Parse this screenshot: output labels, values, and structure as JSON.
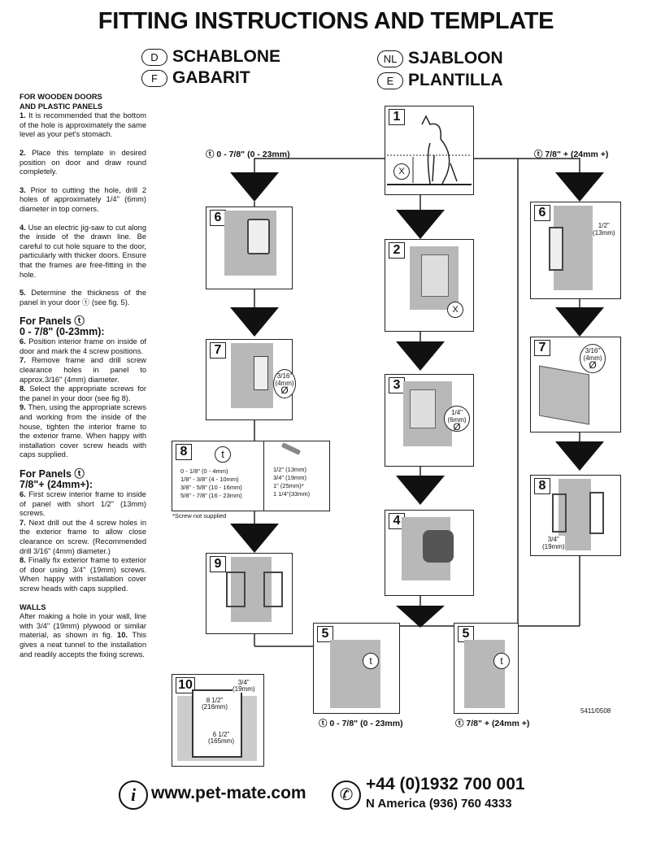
{
  "title": "FITTING INSTRUCTIONS AND TEMPLATE",
  "languages": [
    {
      "code": "D",
      "label": "SCHABLONE"
    },
    {
      "code": "F",
      "label": "GABARIT"
    },
    {
      "code": "NL",
      "label": "SJABLOON"
    },
    {
      "code": "E",
      "label": "PLANTILLA"
    }
  ],
  "wooden": {
    "heading1": "FOR WOODEN DOORS",
    "heading2": "AND PLASTIC PANELS",
    "s1_num": "1.",
    "s1": "It is recommended that the bottom of the hole is approximately the same level as your pet's stomach.",
    "s2_num": "2.",
    "s2": "Place this template in desired position on door and draw round completely.",
    "s3_num": "3.",
    "s3": "Prior to cutting the hole, drill 2 holes of approximately 1/4\" (6mm) diameter in top corners.",
    "s4_num": "4.",
    "s4": "Use an electric jig-saw to cut along the inside of the drawn line. Be careful to cut hole square to the door, particularly with thicker doors. Ensure that the frames are free-fitting in the hole.",
    "s5_num": "5.",
    "s5": "Determine the thickness of the panel in your door ⓣ (see fig. 5)."
  },
  "panels_thin": {
    "heading1": "For Panels ⓣ",
    "heading2": "0 - 7/8\" (0-23mm):",
    "s6_num": "6.",
    "s6": "Position interior frame on inside of door and mark the 4 screw positions.",
    "s7_num": "7.",
    "s7": "Remove frame and drill screw clearance holes in panel to approx.3/16\" (4mm) diameter.",
    "s8_num": "8.",
    "s8": "Select the appropriate screws for the panel in your door (see fig 8).",
    "s9_num": "9.",
    "s9": "Then, using the appropriate screws and working from the inside of the house, tighten the interior frame to the exterior frame. When happy with installation cover screw heads with caps supplied."
  },
  "panels_thick": {
    "heading1": "For Panels ⓣ",
    "heading2": "7/8\"+ (24mm+):",
    "s6_num": "6.",
    "s6": "First screw interior frame to inside of panel with short 1/2\" (13mm) screws.",
    "s7_num": "7.",
    "s7": "Next drill out the 4 screw holes in the exterior frame to allow close clearance on screw. (Recommended drill 3/16\" (4mm) diameter.)",
    "s8_num": "8.",
    "s8": "Finally fix exterior frame to exterior of door using 3/4\" (19mm) screws. When happy with installation cover screw heads with caps supplied."
  },
  "walls": {
    "heading": "WALLS",
    "text": "After making a hole in your wall, line with 3/4\" (19mm) plywood or similar material, as shown in fig.",
    "s10_num": "10.",
    "s10": "This gives a neat tunnel to the installation and readily accepts the fixing screws."
  },
  "diagram": {
    "left_branch_label": "ⓣ 0 - 7/8\" (0 - 23mm)",
    "right_branch_label": "ⓣ 7/8\" + (24mm +)",
    "fig1_x": "X",
    "fig2_x": "X",
    "fig3_drill": "1/4\"",
    "fig3_drill_mm": "(6mm)",
    "fig6r_dim": "1/2\"",
    "fig6r_dim_mm": "(13mm)",
    "fig7_drill": "3/16\"",
    "fig7_drill_mm": "(4mm)",
    "fig8r_dim": "3/4\"",
    "fig8r_dim_mm": "(19mm)",
    "fig8_t": "t",
    "fig8_rows_left": [
      "0 - 1/8\" (0 - 4mm)",
      "1/8\" - 3/8\" (4 - 10mm)",
      "3/8\" - 5/8\" (10 - 16mm)",
      "5/8\" - 7/8\" (16 - 23mm)"
    ],
    "fig8_rows_right": [
      "1/2\" (13mm)",
      "3/4\" (19mm)",
      "1\" (25mm)*",
      "1 1/4\"(33mm)"
    ],
    "screw_note": "*Screw not supplied",
    "fig10_dim_a": "3/4\"",
    "fig10_dim_a_mm": "(19mm)",
    "fig10_dim_b": "8 1/2\"",
    "fig10_dim_b_mm": "(216mm)",
    "fig10_dim_c": "6 1/2\"",
    "fig10_dim_c_mm": "(165mm)",
    "fig5_left_label": "ⓣ 0 - 7/8\" (0 - 23mm)",
    "fig5_right_label": "ⓣ 7/8\" + (24mm +)",
    "ref_code": "5411/0508",
    "fig_numbers": [
      "1",
      "2",
      "3",
      "4",
      "5",
      "5",
      "6",
      "6",
      "7",
      "7",
      "8",
      "8",
      "9",
      "10"
    ]
  },
  "footer": {
    "website": "www.pet-mate.com",
    "phone": "+44 (0)1932 700 001",
    "phone_na": "N America (936) 760 4333"
  }
}
